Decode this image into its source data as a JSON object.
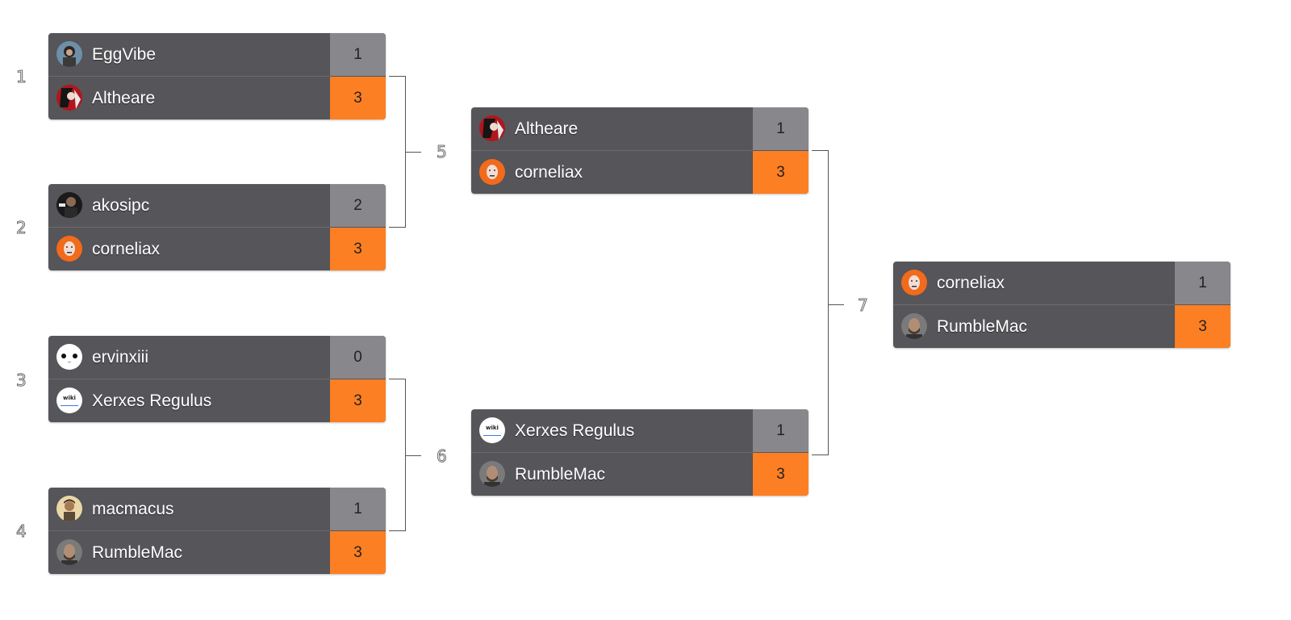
{
  "bracket": {
    "match_numbers": [
      "1",
      "2",
      "3",
      "4",
      "5",
      "6",
      "7"
    ],
    "matches": [
      {
        "top": {
          "name": "EggVibe",
          "score": "1",
          "result": "lose",
          "avatar_icon": "eggvibe-avatar-icon"
        },
        "bottom": {
          "name": "Altheare",
          "score": "3",
          "result": "win",
          "avatar_icon": "altheare-avatar-icon"
        }
      },
      {
        "top": {
          "name": "akosipc",
          "score": "2",
          "result": "lose",
          "avatar_icon": "akosipc-avatar-icon"
        },
        "bottom": {
          "name": "corneliax",
          "score": "3",
          "result": "win",
          "avatar_icon": "corneliax-avatar-icon"
        }
      },
      {
        "top": {
          "name": "ervinxiii",
          "score": "0",
          "result": "lose",
          "avatar_icon": "ervinxiii-avatar-icon"
        },
        "bottom": {
          "name": "Xerxes Regulus",
          "score": "3",
          "result": "win",
          "avatar_icon": "wiki-avatar-icon"
        }
      },
      {
        "top": {
          "name": "macmacus",
          "score": "1",
          "result": "lose",
          "avatar_icon": "macmacus-avatar-icon"
        },
        "bottom": {
          "name": "RumbleMac",
          "score": "3",
          "result": "win",
          "avatar_icon": "rumblemac-avatar-icon"
        }
      },
      {
        "top": {
          "name": "Altheare",
          "score": "1",
          "result": "lose",
          "avatar_icon": "altheare-avatar-icon"
        },
        "bottom": {
          "name": "corneliax",
          "score": "3",
          "result": "win",
          "avatar_icon": "corneliax-avatar-icon"
        }
      },
      {
        "top": {
          "name": "Xerxes Regulus",
          "score": "1",
          "result": "lose",
          "avatar_icon": "wiki-avatar-icon"
        },
        "bottom": {
          "name": "RumbleMac",
          "score": "3",
          "result": "win",
          "avatar_icon": "rumblemac-avatar-icon"
        }
      },
      {
        "top": {
          "name": "corneliax",
          "score": "1",
          "result": "lose",
          "avatar_icon": "corneliax-avatar-icon"
        },
        "bottom": {
          "name": "RumbleMac",
          "score": "3",
          "result": "win",
          "avatar_icon": "rumblemac-avatar-icon"
        }
      }
    ],
    "wiki_avatar_text": "wiki"
  },
  "colors": {
    "card_bg": "#55555a",
    "win_score_bg": "#fd7f23",
    "lose_score_bg": "#88888c",
    "connector": "#555555"
  }
}
